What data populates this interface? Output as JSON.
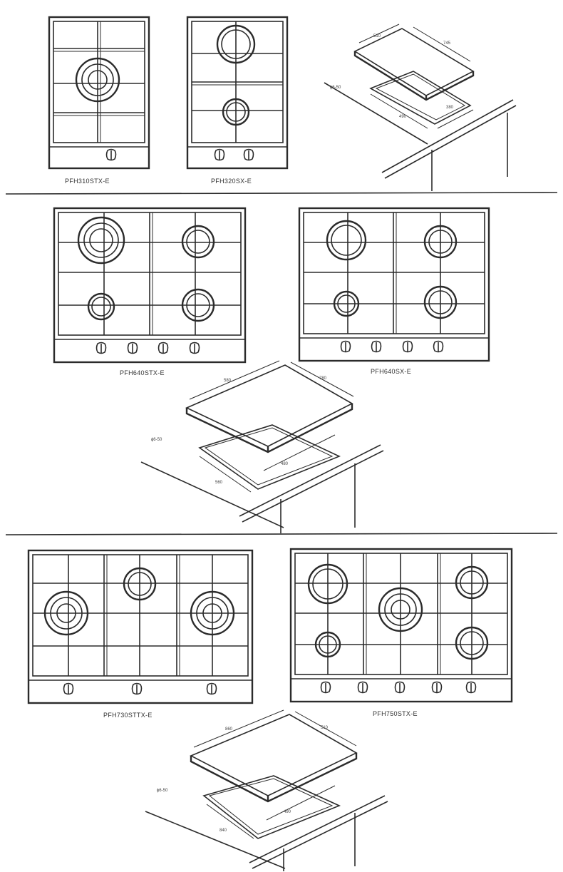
{
  "sections": [
    {
      "models": [
        {
          "label": "PFH310STX-E"
        },
        {
          "label": "PFH320SX-E"
        }
      ],
      "cutout": {
        "dims": [
          "510",
          "745",
          "490",
          "380",
          "ɸ6-50"
        ]
      }
    },
    {
      "models": [
        {
          "label": "PFH640STX-E"
        },
        {
          "label": "PFH640SX-E"
        }
      ],
      "cutout": {
        "dims": [
          "580",
          "780",
          "560",
          "480",
          "ɸ6-50"
        ]
      }
    },
    {
      "models": [
        {
          "label": "PFH730STTX-E"
        },
        {
          "label": "PFH750STX-E"
        }
      ],
      "cutout": {
        "dims": [
          "860",
          "510",
          "840",
          "490",
          "ɸ6-50"
        ]
      }
    }
  ]
}
